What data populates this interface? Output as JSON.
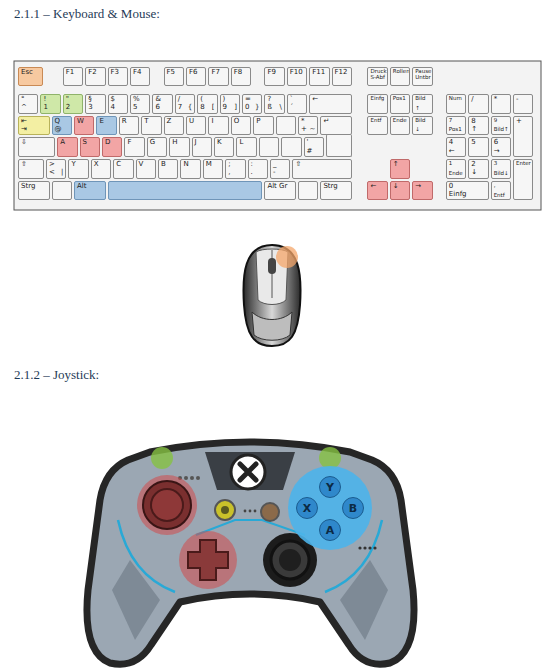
{
  "diagram": {
    "nodes": [
      {
        "text": [
          "Esc"
        ]
      },
      {
        "text": [
          "F1"
        ]
      },
      {
        "text": [
          "F2"
        ]
      },
      {
        "text": [
          "F3"
        ]
      },
      {
        "text": [
          "F4"
        ]
      },
      {
        "text": [
          "F5"
        ]
      },
      {
        "text": [
          "F6"
        ]
      },
      {
        "text": [
          "F7"
        ]
      },
      {
        "text": [
          "F8"
        ]
      },
      {
        "text": [
          "F9"
        ]
      },
      {
        "text": [
          "F10"
        ]
      },
      {
        "text": [
          "F11"
        ]
      },
      {
        "text": [
          "F12"
        ]
      },
      {
        "text": [
          "Druck S-Abf"
        ]
      },
      {
        "text": [
          "Rollen"
        ]
      },
      {
        "text": [
          "Pause Untbr"
        ]
      },
      {
        "text": [
          "°",
          "^"
        ]
      },
      {
        "text": [
          "!",
          "1"
        ]
      },
      {
        "text": [
          "\"",
          "2"
        ]
      },
      {
        "text": [
          "§",
          "3"
        ]
      },
      {
        "text": [
          "$",
          "4"
        ]
      },
      {
        "text": [
          "%",
          "5"
        ]
      },
      {
        "text": [
          "&",
          "6"
        ]
      },
      {
        "text": [
          "/",
          "7",
          "{"
        ]
      },
      {
        "text": [
          "(",
          "8",
          "["
        ]
      },
      {
        "text": [
          ")",
          "9",
          "]"
        ]
      },
      {
        "text": [
          "=",
          "0",
          "}"
        ]
      },
      {
        "text": [
          "?",
          "ß",
          "\\"
        ]
      },
      {
        "text": [
          "`",
          "´"
        ]
      },
      {
        "text": [
          "←"
        ]
      },
      {
        "text": [
          "Einfg"
        ]
      },
      {
        "text": [
          "Pos1"
        ]
      },
      {
        "text": [
          "Bild",
          "↑"
        ]
      },
      {
        "text": [
          "Num"
        ]
      },
      {
        "text": [
          "/"
        ]
      },
      {
        "text": [
          "*"
        ]
      },
      {
        "text": [
          "-"
        ]
      },
      {
        "text": [
          "⇤",
          "⇥"
        ]
      },
      {
        "text": [
          "Q",
          "@"
        ]
      },
      {
        "text": [
          "W"
        ]
      },
      {
        "text": [
          "E"
        ]
      },
      {
        "text": [
          "R"
        ]
      },
      {
        "text": [
          "T"
        ]
      },
      {
        "text": [
          "Z"
        ]
      },
      {
        "text": [
          "U"
        ]
      },
      {
        "text": [
          "I"
        ]
      },
      {
        "text": [
          "O"
        ]
      },
      {
        "text": [
          "P"
        ]
      },
      {
        "text": [
          "*",
          "+",
          "~"
        ]
      },
      {
        "text": [
          "↵"
        ]
      },
      {
        "text": [
          "Entf"
        ]
      },
      {
        "text": [
          "Ende"
        ]
      },
      {
        "text": [
          "Bild",
          "↓"
        ]
      },
      {
        "text": [
          "7",
          "Pos1"
        ]
      },
      {
        "text": [
          "8",
          "↑"
        ]
      },
      {
        "text": [
          "9",
          "Bild↑"
        ]
      },
      {
        "text": [
          "+"
        ]
      },
      {
        "text": [
          "⇩"
        ]
      },
      {
        "text": [
          "A"
        ]
      },
      {
        "text": [
          "S"
        ]
      },
      {
        "text": [
          "D"
        ]
      },
      {
        "text": [
          "F"
        ]
      },
      {
        "text": [
          "G"
        ]
      },
      {
        "text": [
          "H"
        ]
      },
      {
        "text": [
          "J"
        ]
      },
      {
        "text": [
          "K"
        ]
      },
      {
        "text": [
          "L"
        ]
      },
      {
        "text": [
          "'",
          "#"
        ]
      },
      {
        "text": [
          "4",
          "←"
        ]
      },
      {
        "text": [
          "5"
        ]
      },
      {
        "text": [
          "6",
          "→"
        ]
      },
      {
        "text": [
          "⇧"
        ]
      },
      {
        "text": [
          ">",
          "<",
          "|"
        ]
      },
      {
        "text": [
          "Y"
        ]
      },
      {
        "text": [
          "X"
        ]
      },
      {
        "text": [
          "C"
        ]
      },
      {
        "text": [
          "V"
        ]
      },
      {
        "text": [
          "B"
        ]
      },
      {
        "text": [
          "N"
        ]
      },
      {
        "text": [
          "M"
        ]
      },
      {
        "text": [
          ";",
          ","
        ]
      },
      {
        "text": [
          ":",
          "."
        ]
      },
      {
        "text": [
          "_",
          "-"
        ]
      },
      {
        "text": [
          "⇧"
        ]
      },
      {
        "text": [
          "↑"
        ]
      },
      {
        "text": [
          "1",
          "Ende"
        ]
      },
      {
        "text": [
          "2",
          "↓"
        ]
      },
      {
        "text": [
          "3",
          "Bild↓"
        ]
      },
      {
        "text": [
          "Enter"
        ]
      },
      {
        "text": [
          "Strg"
        ]
      },
      {
        "text": [
          "Alt"
        ]
      },
      {
        "text": [
          "Alt Gr"
        ]
      },
      {
        "text": [
          "Strg"
        ]
      },
      {
        "text": [
          "←"
        ]
      },
      {
        "text": [
          "↓"
        ]
      },
      {
        "text": [
          "→"
        ]
      },
      {
        "text": [
          "0",
          "Einfg"
        ]
      },
      {
        "text": [
          ",",
          "Entf"
        ]
      },
      {
        "text": [
          "Y"
        ]
      },
      {
        "text": [
          "X"
        ]
      },
      {
        "text": [
          "B"
        ]
      },
      {
        "text": [
          "A"
        ]
      }
    ],
    "labels": [
      "2.1.1 – Keyboard & Mouse:",
      "2.1.2 – Joystick:"
    ]
  }
}
